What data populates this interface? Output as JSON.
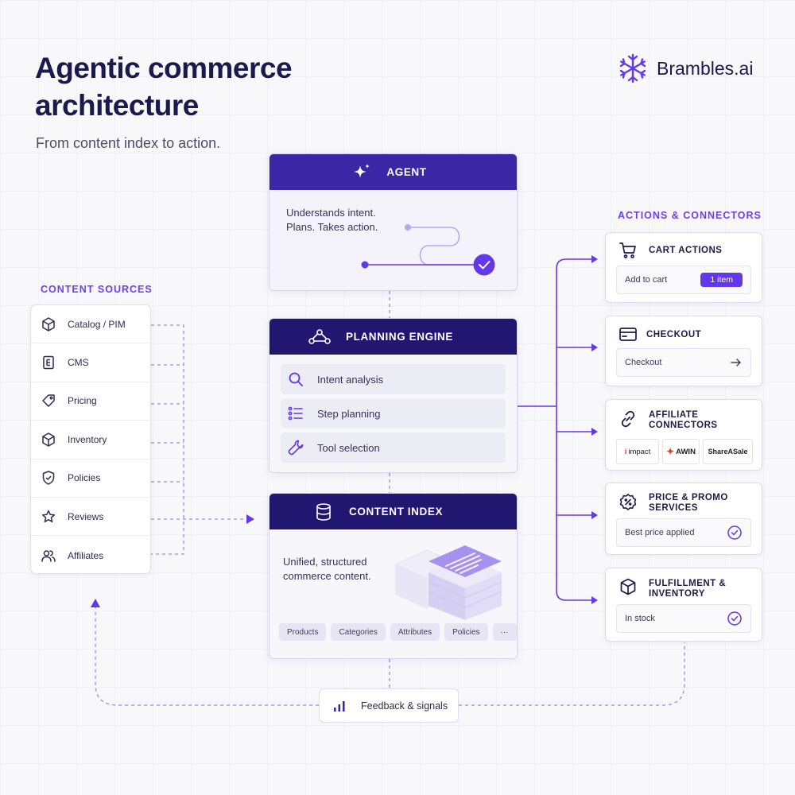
{
  "header": {
    "title": "Agentic commerce architecture",
    "subtitle": "From content index to action.",
    "brand": "Brambles.ai"
  },
  "content_sources": {
    "label": "CONTENT SOURCES",
    "items": [
      {
        "label": "Catalog / PIM",
        "icon": "cube-icon"
      },
      {
        "label": "CMS",
        "icon": "document-icon"
      },
      {
        "label": "Pricing",
        "icon": "tag-icon"
      },
      {
        "label": "Inventory",
        "icon": "box-icon"
      },
      {
        "label": "Policies",
        "icon": "shield-icon"
      },
      {
        "label": "Reviews",
        "icon": "star-icon"
      },
      {
        "label": "Affiliates",
        "icon": "users-icon"
      }
    ]
  },
  "agent": {
    "title": "AGENT",
    "text_line1": "Understands intent.",
    "text_line2": "Plans. Takes action."
  },
  "planning_engine": {
    "title": "PLANNING ENGINE",
    "steps": [
      {
        "label": "Intent analysis",
        "icon": "search-icon"
      },
      {
        "label": "Step planning",
        "icon": "list-icon"
      },
      {
        "label": "Tool selection",
        "icon": "wrench-icon"
      }
    ]
  },
  "content_index": {
    "title": "CONTENT INDEX",
    "text_line1": "Unified, structured",
    "text_line2": "commerce content.",
    "chips": [
      "Products",
      "Categories",
      "Attributes",
      "Policies",
      "···"
    ]
  },
  "actions": {
    "label": "ACTIONS & CONNECTORS",
    "cart": {
      "title": "CART ACTIONS",
      "row_label": "Add to cart",
      "badge": "1 item"
    },
    "checkout": {
      "title": "CHECKOUT",
      "row_label": "Checkout"
    },
    "affiliate": {
      "title_line1": "AFFILIATE",
      "title_line2": "CONNECTORS",
      "logos": [
        "impact",
        "AWIN",
        "ShareASale"
      ]
    },
    "price": {
      "title_line1": "PRICE & PROMO",
      "title_line2": "SERVICES",
      "row_label": "Best price applied"
    },
    "fulfillment": {
      "title_line1": "FULFILLMENT &",
      "title_line2": "INVENTORY",
      "row_label": "In stock"
    }
  },
  "feedback": {
    "label": "Feedback & signals"
  },
  "colors": {
    "accent": "#6138ea",
    "dark_header": "#211770",
    "agent_header": "#3b26a6",
    "title": "#1b1a4e"
  }
}
